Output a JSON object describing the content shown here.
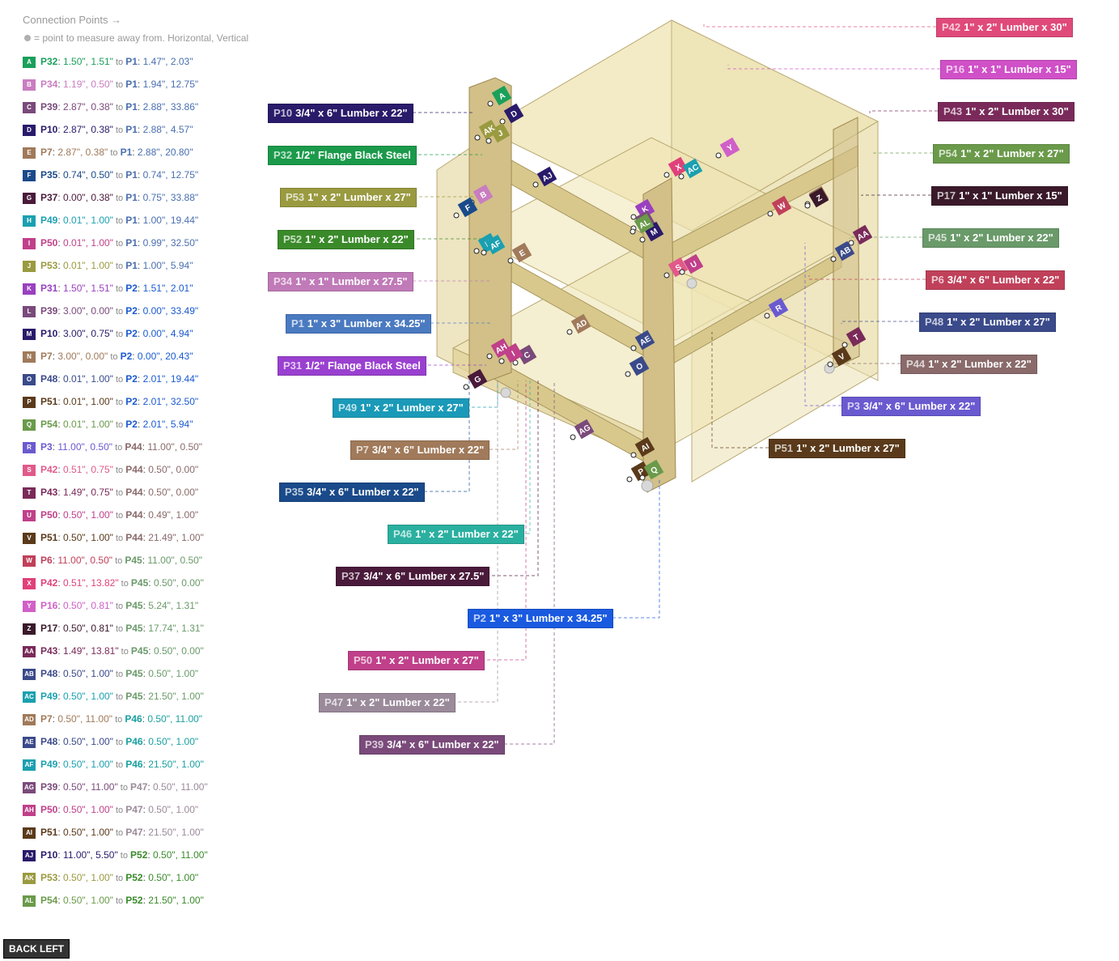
{
  "header": {
    "title": "Connection Points →",
    "hint": "= point to measure away from. Horizontal, Vertical"
  },
  "connections": [
    {
      "code": "A",
      "color": "#1aa05a",
      "a": "P32",
      "a_val": "1.50\", 1.51\"",
      "b": "P1",
      "b_val": "1.47\", 2.03\"",
      "b_color": "#4a6fb0"
    },
    {
      "code": "B",
      "color": "#c97dc0",
      "a": "P34",
      "a_val": "1.19\", 0.50\"",
      "b": "P1",
      "b_val": "1.94\", 12.75\"",
      "b_color": "#4a6fb0"
    },
    {
      "code": "C",
      "color": "#7a4a7a",
      "a": "P39",
      "a_val": "2.87\", 0.38\"",
      "b": "P1",
      "b_val": "2.88\", 33.86\"",
      "b_color": "#4a6fb0"
    },
    {
      "code": "D",
      "color": "#2a1a6a",
      "a": "P10",
      "a_val": "2.87\", 0.38\"",
      "b": "P1",
      "b_val": "2.88\", 4.57\"",
      "b_color": "#4a6fb0"
    },
    {
      "code": "E",
      "color": "#a07a5a",
      "a": "P7",
      "a_val": "2.87\", 0.38\"",
      "b": "P1",
      "b_val": "2.88\", 20.80\"",
      "b_color": "#4a6fb0"
    },
    {
      "code": "F",
      "color": "#1a4a8a",
      "a": "P35",
      "a_val": "0.74\", 0.50\"",
      "b": "P1",
      "b_val": "0.74\", 12.75\"",
      "b_color": "#4a6fb0"
    },
    {
      "code": "G",
      "color": "#4a1a3a",
      "a": "P37",
      "a_val": "0.00\", 0.38\"",
      "b": "P1",
      "b_val": "0.75\", 33.88\"",
      "b_color": "#4a6fb0"
    },
    {
      "code": "H",
      "color": "#1aa0b0",
      "a": "P49",
      "a_val": "0.01\", 1.00\"",
      "b": "P1",
      "b_val": "1.00\", 19.44\"",
      "b_color": "#4a6fb0"
    },
    {
      "code": "I",
      "color": "#c0408a",
      "a": "P50",
      "a_val": "0.01\", 1.00\"",
      "b": "P1",
      "b_val": "0.99\", 32.50\"",
      "b_color": "#4a6fb0"
    },
    {
      "code": "J",
      "color": "#9a9a40",
      "a": "P53",
      "a_val": "0.01\", 1.00\"",
      "b": "P1",
      "b_val": "1.00\", 5.94\"",
      "b_color": "#4a6fb0"
    },
    {
      "code": "K",
      "color": "#9a40c0",
      "a": "P31",
      "a_val": "1.50\", 1.51\"",
      "b": "P2",
      "b_val": "1.51\", 2.01\"",
      "b_color": "#1a5ad0"
    },
    {
      "code": "L",
      "color": "#7a4a7a",
      "a": "P39",
      "a_val": "3.00\", 0.00\"",
      "b": "P2",
      "b_val": "0.00\", 33.49\"",
      "b_color": "#1a5ad0"
    },
    {
      "code": "M",
      "color": "#2a1a6a",
      "a": "P10",
      "a_val": "3.00\", 0.75\"",
      "b": "P2",
      "b_val": "0.00\", 4.94\"",
      "b_color": "#1a5ad0"
    },
    {
      "code": "N",
      "color": "#a07a5a",
      "a": "P7",
      "a_val": "3.00\", 0.00\"",
      "b": "P2",
      "b_val": "0.00\", 20.43\"",
      "b_color": "#1a5ad0"
    },
    {
      "code": "O",
      "color": "#3a4a8a",
      "a": "P48",
      "a_val": "0.01\", 1.00\"",
      "b": "P2",
      "b_val": "2.01\", 19.44\"",
      "b_color": "#1a5ad0"
    },
    {
      "code": "P",
      "color": "#5a3a1a",
      "a": "P51",
      "a_val": "0.01\", 1.00\"",
      "b": "P2",
      "b_val": "2.01\", 32.50\"",
      "b_color": "#1a5ad0"
    },
    {
      "code": "Q",
      "color": "#6a9a4a",
      "a": "P54",
      "a_val": "0.01\", 1.00\"",
      "b": "P2",
      "b_val": "2.01\", 5.94\"",
      "b_color": "#1a5ad0"
    },
    {
      "code": "R",
      "color": "#6a5ad0",
      "a": "P3",
      "a_val": "11.00\", 0.50\"",
      "b": "P44",
      "b_val": "11.00\", 0.50\"",
      "b_color": "#8a6a6a"
    },
    {
      "code": "S",
      "color": "#e05a8a",
      "a": "P42",
      "a_val": "0.51\", 0.75\"",
      "b": "P44",
      "b_val": "0.50\", 0.00\"",
      "b_color": "#8a6a6a"
    },
    {
      "code": "T",
      "color": "#7a2a5a",
      "a": "P43",
      "a_val": "1.49\", 0.75\"",
      "b": "P44",
      "b_val": "0.50\", 0.00\"",
      "b_color": "#8a6a6a"
    },
    {
      "code": "U",
      "color": "#c0408a",
      "a": "P50",
      "a_val": "0.50\", 1.00\"",
      "b": "P44",
      "b_val": "0.49\", 1.00\"",
      "b_color": "#8a6a6a"
    },
    {
      "code": "V",
      "color": "#5a3a1a",
      "a": "P51",
      "a_val": "0.50\", 1.00\"",
      "b": "P44",
      "b_val": "21.49\", 1.00\"",
      "b_color": "#8a6a6a"
    },
    {
      "code": "W",
      "color": "#c0405a",
      "a": "P6",
      "a_val": "11.00\", 0.50\"",
      "b": "P45",
      "b_val": "11.00\", 0.50\"",
      "b_color": "#6a9a6a"
    },
    {
      "code": "X",
      "color": "#e0407a",
      "a": "P42",
      "a_val": "0.51\", 13.82\"",
      "b": "P45",
      "b_val": "0.50\", 0.00\"",
      "b_color": "#6a9a6a"
    },
    {
      "code": "Y",
      "color": "#d060c8",
      "a": "P16",
      "a_val": "0.50\", 0.81\"",
      "b": "P45",
      "b_val": "5.24\", 1.31\"",
      "b_color": "#6a9a6a"
    },
    {
      "code": "Z",
      "color": "#3a1a2a",
      "a": "P17",
      "a_val": "0.50\", 0.81\"",
      "b": "P45",
      "b_val": "17.74\", 1.31\"",
      "b_color": "#6a9a6a"
    },
    {
      "code": "AA",
      "color": "#7a2a5a",
      "a": "P43",
      "a_val": "1.49\", 13.81\"",
      "b": "P45",
      "b_val": "0.50\", 0.00\"",
      "b_color": "#6a9a6a"
    },
    {
      "code": "AB",
      "color": "#3a4a8a",
      "a": "P48",
      "a_val": "0.50\", 1.00\"",
      "b": "P45",
      "b_val": "0.50\", 1.00\"",
      "b_color": "#6a9a6a"
    },
    {
      "code": "AC",
      "color": "#1aa0b0",
      "a": "P49",
      "a_val": "0.50\", 1.00\"",
      "b": "P45",
      "b_val": "21.50\", 1.00\"",
      "b_color": "#6a9a6a"
    },
    {
      "code": "AD",
      "color": "#a07a5a",
      "a": "P7",
      "a_val": "0.50\", 11.00\"",
      "b": "P46",
      "b_val": "0.50\", 11.00\"",
      "b_color": "#1aa0a0"
    },
    {
      "code": "AE",
      "color": "#3a4a8a",
      "a": "P48",
      "a_val": "0.50\", 1.00\"",
      "b": "P46",
      "b_val": "0.50\", 1.00\"",
      "b_color": "#1aa0a0"
    },
    {
      "code": "AF",
      "color": "#1aa0b0",
      "a": "P49",
      "a_val": "0.50\", 1.00\"",
      "b": "P46",
      "b_val": "21.50\", 1.00\"",
      "b_color": "#1aa0a0"
    },
    {
      "code": "AG",
      "color": "#7a4a7a",
      "a": "P39",
      "a_val": "0.50\", 11.00\"",
      "b": "P47",
      "b_val": "0.50\", 11.00\"",
      "b_color": "#9a8a9a"
    },
    {
      "code": "AH",
      "color": "#c0408a",
      "a": "P50",
      "a_val": "0.50\", 1.00\"",
      "b": "P47",
      "b_val": "0.50\", 1.00\"",
      "b_color": "#9a8a9a"
    },
    {
      "code": "AI",
      "color": "#5a3a1a",
      "a": "P51",
      "a_val": "0.50\", 1.00\"",
      "b": "P47",
      "b_val": "21.50\", 1.00\"",
      "b_color": "#9a8a9a"
    },
    {
      "code": "AJ",
      "color": "#2a1a6a",
      "a": "P10",
      "a_val": "11.00\", 5.50\"",
      "b": "P52",
      "b_val": "0.50\", 11.00\"",
      "b_color": "#3a8a2a"
    },
    {
      "code": "AK",
      "color": "#9a9a40",
      "a": "P53",
      "a_val": "0.50\", 1.00\"",
      "b": "P52",
      "b_val": "0.50\", 1.00\"",
      "b_color": "#3a8a2a"
    },
    {
      "code": "AL",
      "color": "#6a9a4a",
      "a": "P54",
      "a_val": "0.50\", 1.00\"",
      "b": "P52",
      "b_val": "21.50\", 1.00\"",
      "b_color": "#3a8a2a"
    }
  ],
  "parts_left": [
    {
      "id": "P10",
      "name": "3/4\" x 6\" Lumber x 22\"",
      "color": "#2a1a6a"
    },
    {
      "id": "P32",
      "name": "1/2\" Flange Black Steel",
      "color": "#1a9a4a"
    },
    {
      "id": "P53",
      "name": "1\" x 2\" Lumber x 27\"",
      "color": "#9a9a40"
    },
    {
      "id": "P52",
      "name": "1\" x 2\" Lumber x 22\"",
      "color": "#3a8a2a"
    },
    {
      "id": "P34",
      "name": "1\" x 1\" Lumber  x 27.5\"",
      "color": "#c07ab8"
    },
    {
      "id": "P1",
      "name": "1\" x 3\" Lumber x 34.25\"",
      "color": "#4a7ac0"
    },
    {
      "id": "P31",
      "name": "1/2\" Flange Black Steel",
      "color": "#9a40d0"
    },
    {
      "id": "P49",
      "name": "1\" x 2\" Lumber x 27\"",
      "color": "#1a9ab8"
    },
    {
      "id": "P7",
      "name": "3/4\" x 6\" Lumber x 22\"",
      "color": "#a07a5a"
    },
    {
      "id": "P35",
      "name": "3/4\" x 6\" Lumber x 22\"",
      "color": "#1a4a8a"
    },
    {
      "id": "P46",
      "name": "1\" x 2\" Lumber x 22\"",
      "color": "#2ab0a0"
    },
    {
      "id": "P37",
      "name": "3/4\" x 6\" Lumber x 27.5\"",
      "color": "#4a1a3a"
    },
    {
      "id": "P2",
      "name": "1\" x 3\" Lumber x 34.25\"",
      "color": "#1a5ae0"
    },
    {
      "id": "P50",
      "name": "1\" x 2\" Lumber x 27\"",
      "color": "#c0408a"
    },
    {
      "id": "P47",
      "name": "1\" x 2\" Lumber x 22\"",
      "color": "#9a8a9a"
    },
    {
      "id": "P39",
      "name": "3/4\" x 6\" Lumber x 22\"",
      "color": "#7a4a7a"
    }
  ],
  "parts_right": [
    {
      "id": "P42",
      "name": "1\" x 2\" Lumber x 30\"",
      "color": "#e04a7a"
    },
    {
      "id": "P16",
      "name": "1\" x 1\" Lumber  x 15\"",
      "color": "#d050c8"
    },
    {
      "id": "P43",
      "name": "1\" x 2\" Lumber x 30\"",
      "color": "#7a2a5a"
    },
    {
      "id": "P54",
      "name": "1\" x 2\" Lumber x 27\"",
      "color": "#6a9a4a"
    },
    {
      "id": "P17",
      "name": "1\" x 1\" Lumber  x 15\"",
      "color": "#3a1a2a"
    },
    {
      "id": "P45",
      "name": "1\" x 2\" Lumber x 22\"",
      "color": "#6a9a6a"
    },
    {
      "id": "P6",
      "name": "3/4\" x 6\" Lumber x 22\"",
      "color": "#c0405a"
    },
    {
      "id": "P48",
      "name": "1\" x 2\" Lumber x 27\"",
      "color": "#3a4a8a"
    },
    {
      "id": "P44",
      "name": "1\" x 2\" Lumber x 22\"",
      "color": "#8a6a6a"
    },
    {
      "id": "P3",
      "name": "3/4\" x 6\" Lumber x 22\"",
      "color": "#6a5ad0"
    },
    {
      "id": "P51",
      "name": "1\" x 2\" Lumber x 27\"",
      "color": "#5a3a1a"
    }
  ],
  "back_button": "BACK LEFT"
}
